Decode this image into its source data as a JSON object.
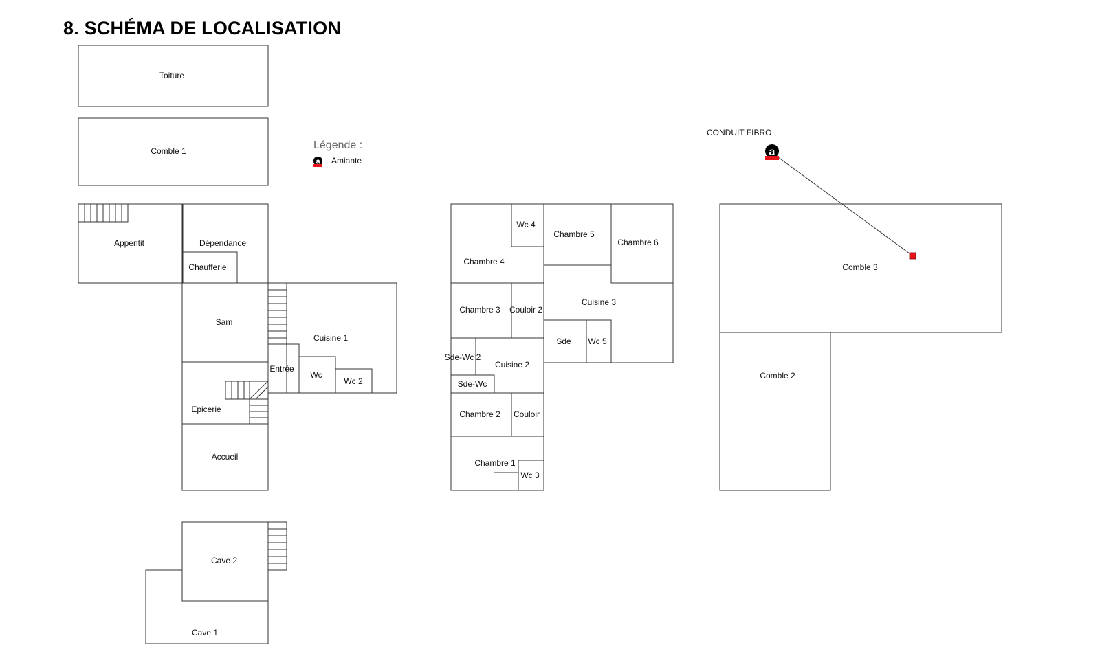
{
  "title": "8. SCHÉMA DE LOCALISATION",
  "legend": {
    "heading": "Légende :",
    "amiante_label": "Amiante",
    "icon_letter": "a"
  },
  "callout": {
    "label": "CONDUIT FIBRO",
    "icon_letter": "a"
  },
  "colors": {
    "marker": "#e8141c",
    "icon_bg": "#000000",
    "line": "#333333"
  },
  "rooms": {
    "toiture": "Toiture",
    "comble_1": "Comble 1",
    "appentit": "Appentit",
    "dependance": "Dépendance",
    "chaufferie": "Chaufferie",
    "sam": "Sam",
    "cuisine_1": "Cuisine 1",
    "entree": "Entrée",
    "wc": "Wc",
    "wc_2": "Wc 2",
    "epicerie": "Epicerie",
    "accueil": "Accueil",
    "cave_2": "Cave 2",
    "cave_1": "Cave 1",
    "wc_4": "Wc 4",
    "chambre_5": "Chambre 5",
    "chambre_6": "Chambre 6",
    "chambre_4": "Chambre 4",
    "chambre_3": "Chambre 3",
    "couloir_2": "Couloir 2",
    "cuisine_3": "Cuisine 3",
    "sde": "Sde",
    "wc_5": "Wc 5",
    "sde_wc_2": "Sde-Wc 2",
    "cuisine_2": "Cuisine 2",
    "sde_wc": "Sde-Wc",
    "chambre_2": "Chambre 2",
    "couloir": "Couloir",
    "chambre_1": "Chambre 1",
    "wc_3": "Wc 3",
    "comble_3": "Comble 3",
    "comble_2": "Comble 2"
  }
}
